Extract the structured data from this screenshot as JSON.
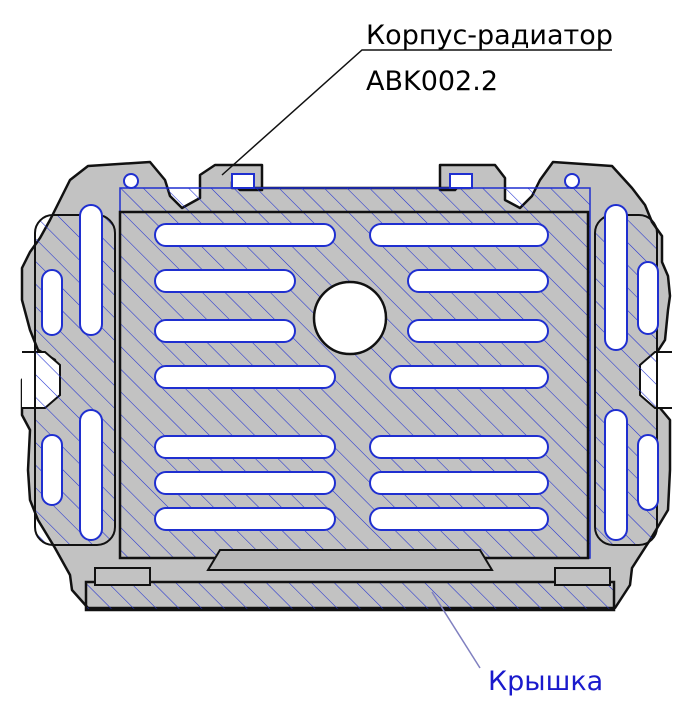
{
  "labels": {
    "housing_line1": "Корпус-радиатор",
    "housing_line2": "ABK002.2",
    "cover": "Крышка"
  },
  "colors": {
    "profile_fill": "#c2c2c2",
    "profile_stroke": "#111111",
    "hatch": "#1f2fd0",
    "label_top": "#000000",
    "label_bottom": "#1a1acc",
    "leader_bottom": "#8080c0",
    "background": "#ffffff"
  }
}
